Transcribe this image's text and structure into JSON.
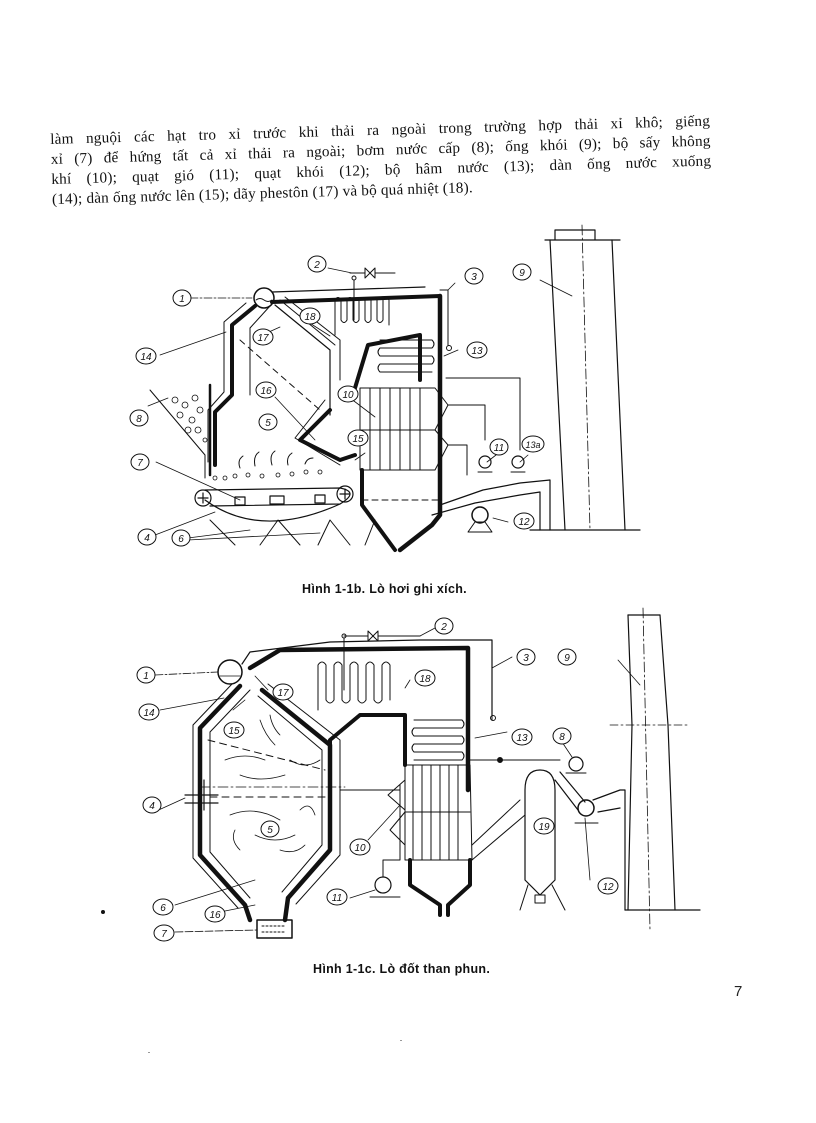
{
  "body_text": {
    "lines": [
      "làm nguội các hạt tro xỉ trước khi thải ra ngoài trong trường hợp thải xỉ khô; giếng",
      "xỉ (7) để hứng tất cả xỉ thải ra ngoài; bơm nước cấp (8); ống khói (9); bộ sấy không",
      "khí (10); quạt gió (11); quạt khói (12); bộ hâm nước (13); dàn ống nước xuống",
      "(14); dàn ống nước lên (15); dãy phestôn (17) và bộ quá nhiệt (18)."
    ]
  },
  "figure_1b": {
    "caption": "Hình 1-1b. Lò hơi ghi xích.",
    "labels": [
      "1",
      "2",
      "3",
      "4",
      "5",
      "6",
      "7",
      "8",
      "9",
      "10",
      "11",
      "12",
      "13",
      "13a",
      "14",
      "15",
      "16",
      "17",
      "18"
    ]
  },
  "figure_1c": {
    "caption": "Hình 1-1c. Lò đốt than phun.",
    "labels": [
      "1",
      "2",
      "3",
      "4",
      "5",
      "6",
      "7",
      "8",
      "9",
      "10",
      "11",
      "12",
      "13",
      "14",
      "15",
      "16",
      "17",
      "18",
      "19"
    ]
  },
  "page_number": "7"
}
